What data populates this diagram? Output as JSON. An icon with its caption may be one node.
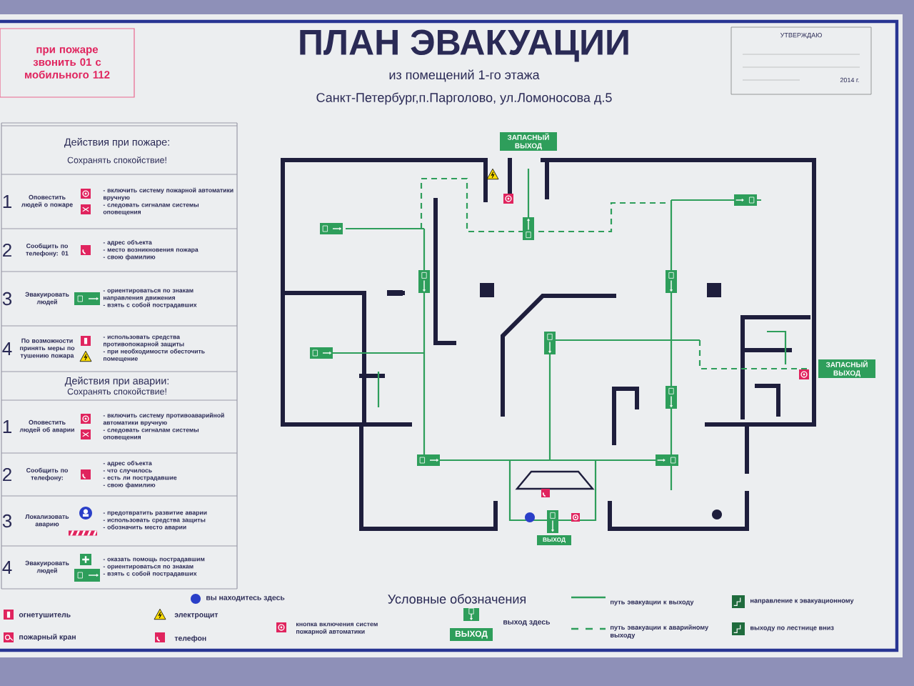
{
  "diagram": {
    "title": "ПЛАН ЭВАКУАЦИИ",
    "labels": [
      "при пожаре звонить 01 с мобильного 112",
      "из помещений 1-го этажа",
      "Санкт-Петербург,п.Парголово, ул.Ломоносова д.5",
      "УТВЕРЖДАЮ",
      "2014 г.",
      "Действия при пожаре:",
      "Сохранять спокойствие!",
      "1",
      "Оповестить людей о пожаре",
      "- включить систему пожарной автоматики вручную",
      "- следовать сигналам системы оповещения",
      "2",
      "Сообщить по телефону: 01",
      "- адрес объекта",
      "- место возникновения пожара",
      "- свою фамилию",
      "3",
      "Эвакуировать людей",
      "- ориентироваться по знакам направления движения",
      "- взять с собой пострадавших",
      "4",
      "По возможности принять меры по тушению пожара",
      "- использовать средства противопожарной защиты",
      "- при необходимости обесточить помещение",
      "Действия при аварии:",
      "Сохранять спокойствие!",
      "1",
      "Оповестить людей об аварии",
      "- включить систему противоаварийной автоматики вручную",
      "- следовать сигналам системы оповещения",
      "2",
      "Сообщить по телефону:",
      "- адрес объекта",
      "- что случилось",
      "- есть ли пострадавшие",
      "- свою фамилию",
      "3",
      "Локализовать аварию",
      "- предотвратить развитие аварии",
      "- использовать средства защиты",
      "- обозначить место аварии",
      "4",
      "Эвакуировать людей",
      "- оказать помощь пострадавшим",
      "- ориентироваться по знакам",
      "- взять с собой пострадавших",
      "ЗАПАСНЫЙ ВЫХОД",
      "ЗАПАСНЫЙ ВЫХОД",
      "ВЫХОД",
      "Условные обозначения",
      "ВЫХОД"
    ],
    "legend": [
      {
        "text": "огнетушитель"
      },
      {
        "text": "пожарный кран"
      },
      {
        "text": "электрощит"
      },
      {
        "text": "телефон"
      },
      {
        "text": "вы находитесь здесь"
      },
      {
        "text": "кнопка включения систем пожарной автоматики"
      },
      {
        "text": "выход здесь"
      },
      {
        "text": "путь эвакуации к выходу"
      },
      {
        "text": "путь эвакуации к аварийному выходу"
      },
      {
        "text": "направление к эвакуационному"
      },
      {
        "text": "выходу по лестнице вниз"
      }
    ]
  }
}
